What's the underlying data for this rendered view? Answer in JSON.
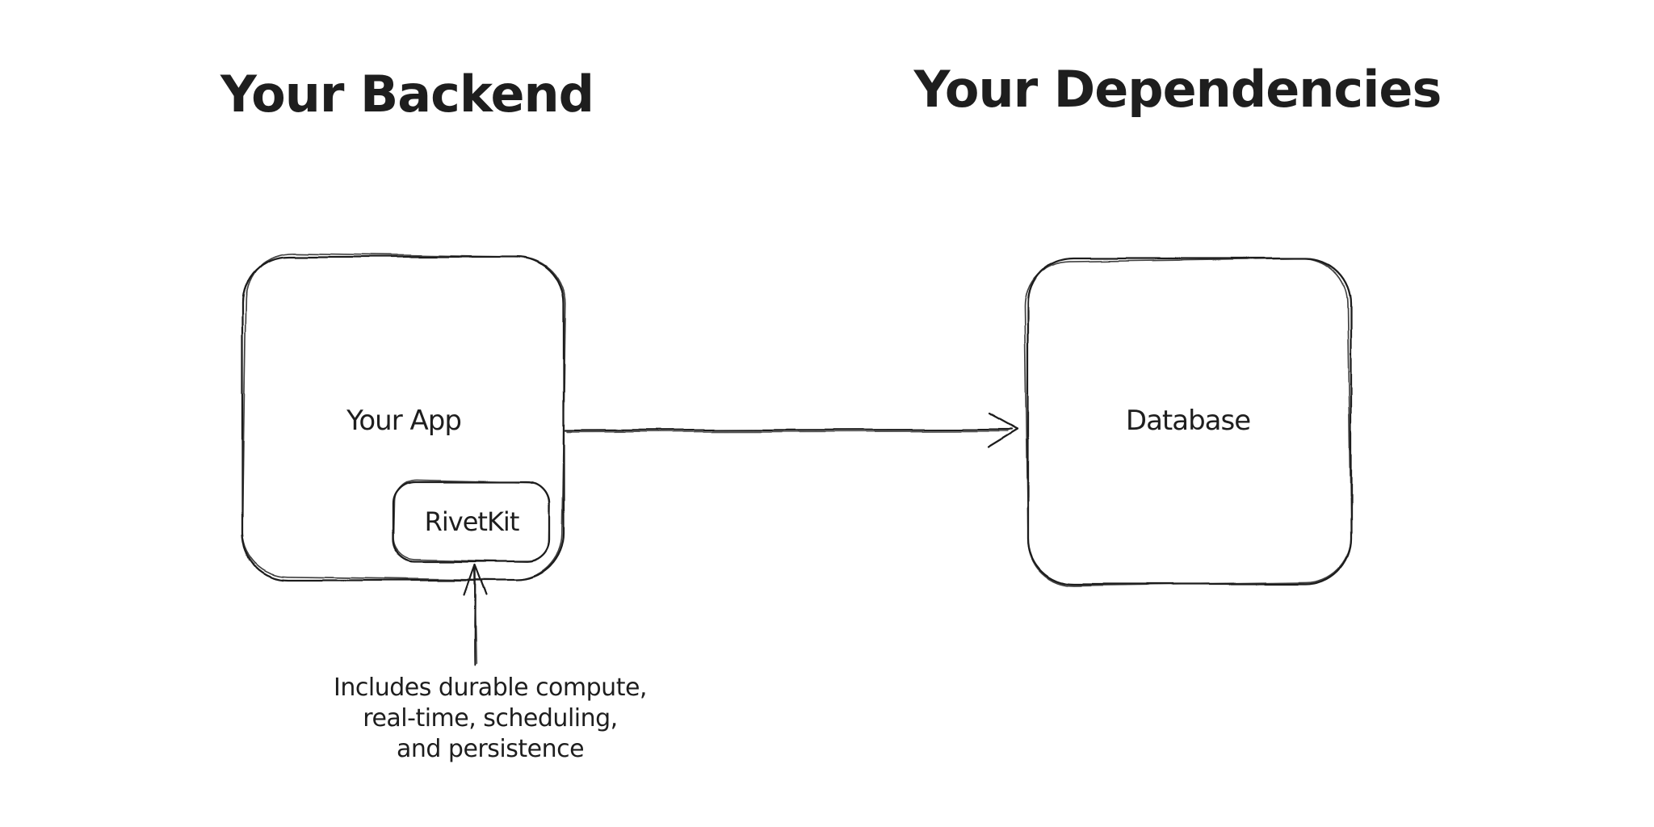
{
  "canvas": {
    "background": "#ffffff",
    "stroke_color": "#1e1e1e",
    "text_color": "#1e1e1e"
  },
  "titles": {
    "left": "Your Backend",
    "right": "Your Dependencies"
  },
  "nodes": {
    "your_app": {
      "label": "Your App"
    },
    "rivetkit": {
      "label": "RivetKit"
    },
    "database": {
      "label": "Database"
    }
  },
  "arrows": [
    {
      "name": "app-to-database",
      "from": "Your App",
      "to": "Database",
      "direction": "right"
    },
    {
      "name": "annotation-to-rivetkit",
      "from": "annotation",
      "to": "RivetKit",
      "direction": "up"
    }
  ],
  "annotation": {
    "lines": [
      "Includes durable compute,",
      "real-time, scheduling,",
      "and persistence"
    ]
  }
}
